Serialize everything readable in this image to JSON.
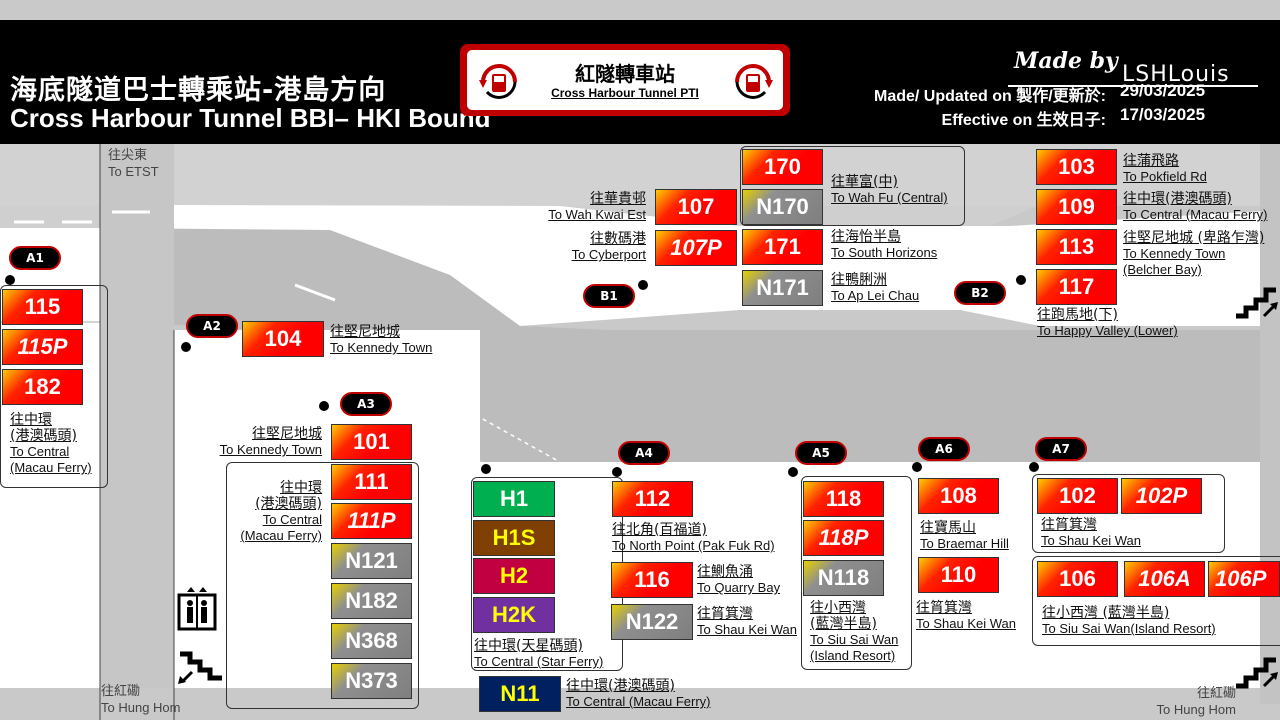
{
  "header": {
    "title_zh": "海底隧道巴士轉乘站-港島方向",
    "title_en": "Cross Harbour Tunnel BBI– HKI Bound",
    "logo_zh": "紅隧轉車站",
    "logo_en": "Cross Harbour Tunnel PTI",
    "made_by": "Made by",
    "author": "LSHLouis",
    "updated_label": "Made/ Updated on 製作/更新於:",
    "updated_value": "29/03/2025",
    "effective_label": "Effective on 生效日子:",
    "effective_value": "17/03/2025"
  },
  "directions": {
    "etst_zh": "往尖東",
    "etst_en": "To ETST",
    "hunghom_left_zh": "往紅磡",
    "hunghom_left_en": "To Hung Hom",
    "hunghom_right_zh": "往紅磡",
    "hunghom_right_en": "To Hung Hom"
  },
  "stops": {
    "a1": "A1",
    "a2": "A2",
    "a3": "A3",
    "a4": "A4",
    "a5": "A5",
    "a6": "A6",
    "a7": "A7",
    "b1": "B1",
    "b2": "B2"
  },
  "routes": {
    "r115": "115",
    "r115p": "115P",
    "r182": "182",
    "r104": "104",
    "r101": "101",
    "r111": "111",
    "r111p": "111P",
    "rn121": "N121",
    "rn182": "N182",
    "rn368": "N368",
    "rn373": "N373",
    "rh1": "H1",
    "rh1s": "H1S",
    "rh2": "H2",
    "rh2k": "H2K",
    "rn11": "N11",
    "r112": "112",
    "r116": "116",
    "rn122": "N122",
    "r118": "118",
    "r118p": "118P",
    "rn118": "N118",
    "r108": "108",
    "r110": "110",
    "r102": "102",
    "r102p": "102P",
    "r106": "106",
    "r106a": "106A",
    "r106p": "106P",
    "r107": "107",
    "r107p": "107P",
    "r170": "170",
    "rn170": "N170",
    "r171": "171",
    "rn171": "N171",
    "r103": "103",
    "r109": "109",
    "r113": "113",
    "r117": "117"
  },
  "dest": {
    "a1_zh1": "往中環",
    "a1_zh2": "(港澳碼頭)",
    "a1_en1": "To Central",
    "a1_en2": "(Macau Ferry)",
    "a2_zh": "往堅尼地城",
    "a2_en": "To Kennedy Town",
    "a3_top_zh": "往堅尼地城",
    "a3_top_en": "To Kennedy Town",
    "a3_zh1": "往中環",
    "a3_zh2": "(港澳碼頭)",
    "a3_en1": "To Central",
    "a3_en2": "(Macau Ferry)",
    "h_zh": "往中環(天星碼頭)",
    "h_en": "To Central (Star Ferry)",
    "n11_zh": "往中環(港澳碼頭)",
    "n11_en": "To Central (Macau Ferry)",
    "a4_112_zh": "往北角(百福道)",
    "a4_112_en": "To North Point (Pak Fuk Rd)",
    "a4_116_zh": "往鰂魚涌",
    "a4_116_en": "To Quarry Bay",
    "a4_n122_zh": "往筲箕灣",
    "a4_n122_en": "To Shau Kei Wan",
    "a5_zh1": "往小西灣",
    "a5_zh2": "(藍灣半島)",
    "a5_en1": "To Siu Sai Wan",
    "a5_en2": "(Island Resort)",
    "a6_108_zh": "往寶馬山",
    "a6_108_en": "To Braemar Hill",
    "a6_110_zh": "往筲箕灣",
    "a6_110_en": "To Shau Kei Wan",
    "a7_102_zh": "往筲箕灣",
    "a7_102_en": "To Shau Kei Wan",
    "a7_106_zh": "往小西灣 (藍灣半島)",
    "a7_106_en": "To Siu Sai Wan(Island Resort)",
    "b1_107_zh": "往華貴邨",
    "b1_107_en": "To Wah Kwai Est",
    "b1_107p_zh": "往數碼港",
    "b1_107p_en": "To Cyberport",
    "b1_170_zh": "往華富(中)",
    "b1_170_en": "To Wah Fu (Central)",
    "b1_171_zh": "往海怡半島",
    "b1_171_en": "To South Horizons",
    "b1_n171_zh": "往鴨脷洲",
    "b1_n171_en": "To Ap Lei Chau",
    "b2_103_zh": "往蒲飛路",
    "b2_103_en": "To Pokfield Rd",
    "b2_109_zh": "往中環(港澳碼頭)",
    "b2_109_en": "To Central (Macau Ferry)",
    "b2_113_zh": "往堅尼地城 (卑路乍灣)",
    "b2_113_en1": "To Kennedy Town",
    "b2_113_en2": "(Belcher Bay)",
    "b2_117_zh": "往跑馬地(下)",
    "b2_117_en": "To Happy Valley (Lower)"
  },
  "colors": {
    "header_bg": "#000000",
    "route_red": "#ff0000",
    "route_grey": "#7f7f7f",
    "h1": "#00b050",
    "h1s": "#7f3f00",
    "h2": "#c00040",
    "h2k": "#7030a0",
    "n11": "#002060",
    "stop_border": "#c00000"
  },
  "icons": {
    "lift": "lift-icon",
    "stairs": "stairs-icon",
    "bus": "bus-u-turn-icon"
  }
}
